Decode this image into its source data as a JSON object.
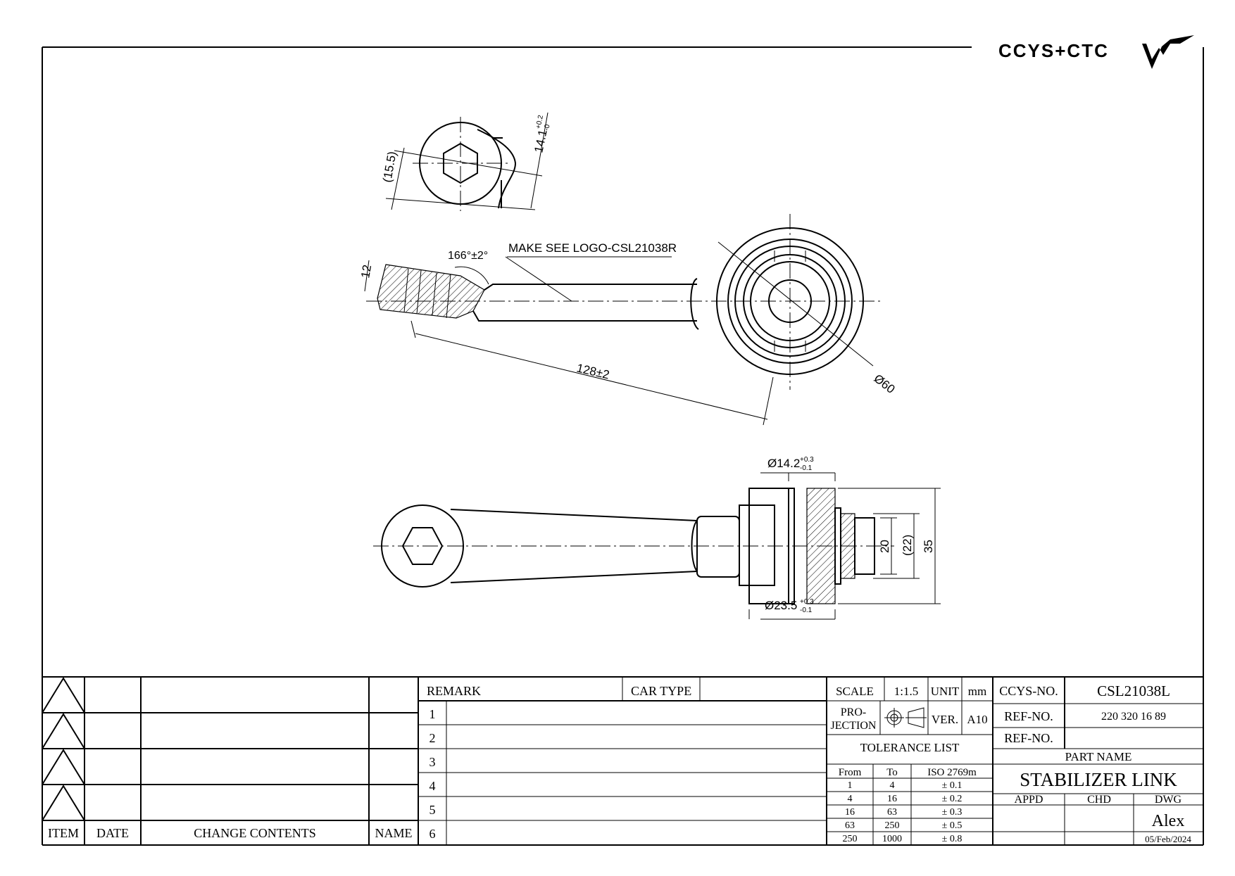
{
  "logo": {
    "text": "CCYS+CTC"
  },
  "drawing": {
    "note": "MAKE SEE LOGO-CSL21038R",
    "dims": {
      "angle": "166°±2°",
      "width12": "12",
      "length": "128±2",
      "dia60": "Ø60",
      "dim155": "(15.5)",
      "dim141": "14.1",
      "dim141_tol_up": "+0.2",
      "dim141_tol_dn": "-0",
      "dia142": "Ø14.2",
      "dia142_tol_up": "+0.3",
      "dia142_tol_dn": "-0.1",
      "dia235": "Ø23.5",
      "dia235_tol_up": "+0.3",
      "dia235_tol_dn": "-0.1",
      "d20": "20",
      "d22": "(22)",
      "d35": "35"
    }
  },
  "revision_table": {
    "headers": {
      "item": "ITEM",
      "date": "DATE",
      "change": "CHANGE CONTENTS",
      "name": "NAME"
    }
  },
  "remarks": {
    "remark_label": "REMARK",
    "car_type_label": "CAR TYPE",
    "rows": [
      "1",
      "2",
      "3",
      "4",
      "5",
      "6"
    ]
  },
  "info": {
    "scale_label": "SCALE",
    "scale": "1:1.5",
    "unit_label": "UNIT",
    "unit": "mm",
    "projection_label_1": "PRO-",
    "projection_label_2": "JECTION",
    "ver_label": "VER.",
    "ver": "A10",
    "tolerance_title": "TOLERANCE LIST",
    "tol_headers": {
      "from": "From",
      "to": "To",
      "std": "ISO 2769m"
    },
    "tolerances": [
      {
        "from": "1",
        "to": "4",
        "tol": "± 0.1"
      },
      {
        "from": "4",
        "to": "16",
        "tol": "± 0.2"
      },
      {
        "from": "16",
        "to": "63",
        "tol": "± 0.3"
      },
      {
        "from": "63",
        "to": "250",
        "tol": "± 0.5"
      },
      {
        "from": "250",
        "to": "1000",
        "tol": "± 0.8"
      }
    ]
  },
  "title_block": {
    "ccys_no_label": "CCYS-NO.",
    "ccys_no": "CSL21038L",
    "ref_no_label": "REF-NO.",
    "ref_no_1": "220 320 16 89",
    "ref_no_label_2": "REF-NO.",
    "ref_no_2": "",
    "part_name_label": "PART NAME",
    "part_name": "STABILIZER LINK",
    "appd_label": "APPD",
    "chd_label": "CHD",
    "dwg_label": "DWG",
    "drawn_by": "Alex",
    "date": "05/Feb/2024"
  }
}
